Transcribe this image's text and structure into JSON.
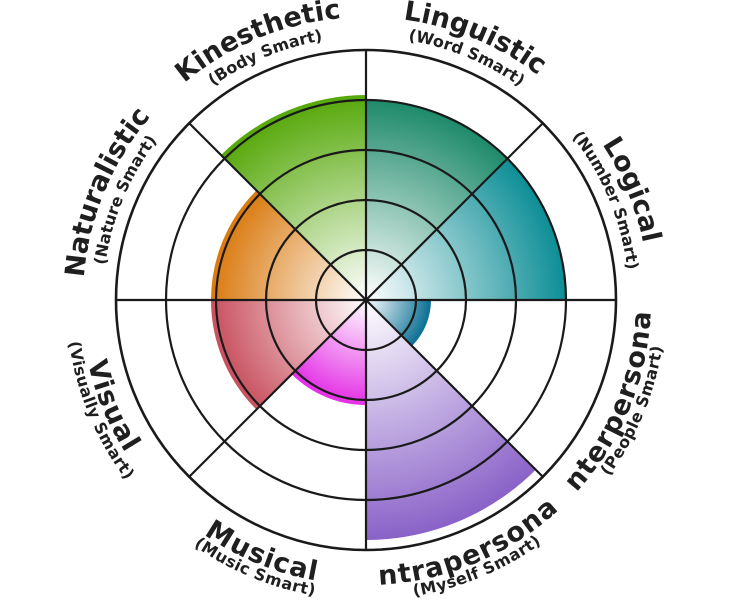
{
  "chart_data": {
    "type": "radial-bar",
    "rings": 5,
    "max": 5,
    "segments": [
      {
        "key": "linguistic",
        "label": "Linguistic",
        "sublabel": "(Word Smart)",
        "value": 4,
        "color": "#1e8a6a",
        "inner": "#ffffff"
      },
      {
        "key": "logical",
        "label": "Logical",
        "sublabel": "(Number Smart)",
        "value": 4,
        "color": "#0d8e96",
        "inner": "#ffffff"
      },
      {
        "key": "interpersonal",
        "label": "Interpersonal",
        "sublabel": "(People Smart)",
        "value": 1.3,
        "color": "#0a6f94",
        "inner": "#ffffff"
      },
      {
        "key": "intrapersonal",
        "label": "Intrapersonal",
        "sublabel": "(Myself Smart)",
        "value": 4.8,
        "color": "#8a62c8",
        "inner": "#ffffff"
      },
      {
        "key": "musical",
        "label": "Musical",
        "sublabel": "(Music Smart)",
        "value": 2.1,
        "color": "#e42fe6",
        "inner": "#ffffff"
      },
      {
        "key": "visual",
        "label": "Visual",
        "sublabel": "(Visually Smart)",
        "value": 3.1,
        "color": "#c8505e",
        "inner": "#ffffff"
      },
      {
        "key": "naturalistic",
        "label": "Naturalistic",
        "sublabel": "(Nature Smart)",
        "value": 3.1,
        "color": "#da7a10",
        "inner": "#ffffff"
      },
      {
        "key": "kinesthetic",
        "label": "Kinesthetic",
        "sublabel": "(Body Smart)",
        "value": 4.1,
        "color": "#56a80a",
        "inner": "#ffffff"
      }
    ]
  }
}
